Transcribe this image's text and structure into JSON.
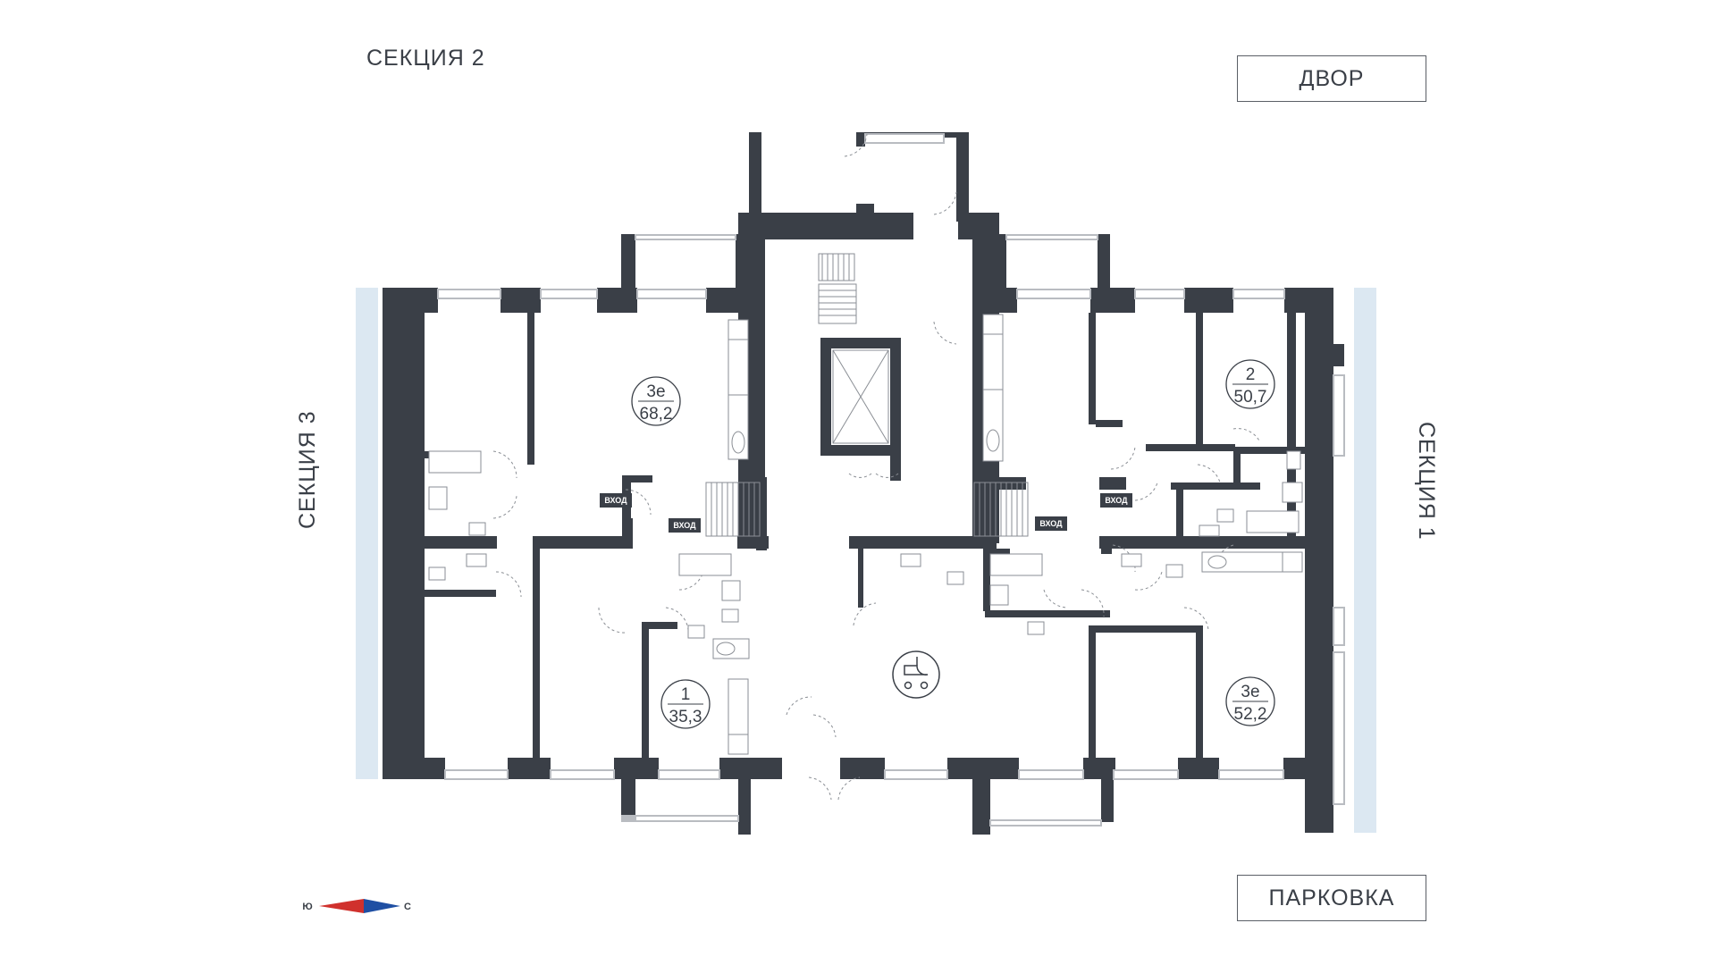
{
  "labels": {
    "section_top": "СЕКЦИЯ 2",
    "section_left": "СЕКЦИЯ 3",
    "section_right": "СЕКЦИЯ 1",
    "yard": "ДВОР",
    "parking": "ПАРКОВКА",
    "entry": "ВХОД"
  },
  "apartments": [
    {
      "rooms": "3е",
      "area": "68,2"
    },
    {
      "rooms": "2",
      "area": "50,7"
    },
    {
      "rooms": "1",
      "area": "35,3"
    },
    {
      "rooms": "3е",
      "area": "52,2"
    }
  ],
  "compass": {
    "south": "Ю",
    "north": "С",
    "south_color": "#d0312d",
    "north_color": "#1f4fa3"
  },
  "colors": {
    "wall": "#3a3f47",
    "window": "#b9bcc1",
    "glazing": "#dce8f2",
    "label": "#3a3f47"
  },
  "icons": [
    "stroller-icon",
    "stove-icon",
    "bathtub-icon",
    "toilet-icon",
    "sink-icon"
  ]
}
